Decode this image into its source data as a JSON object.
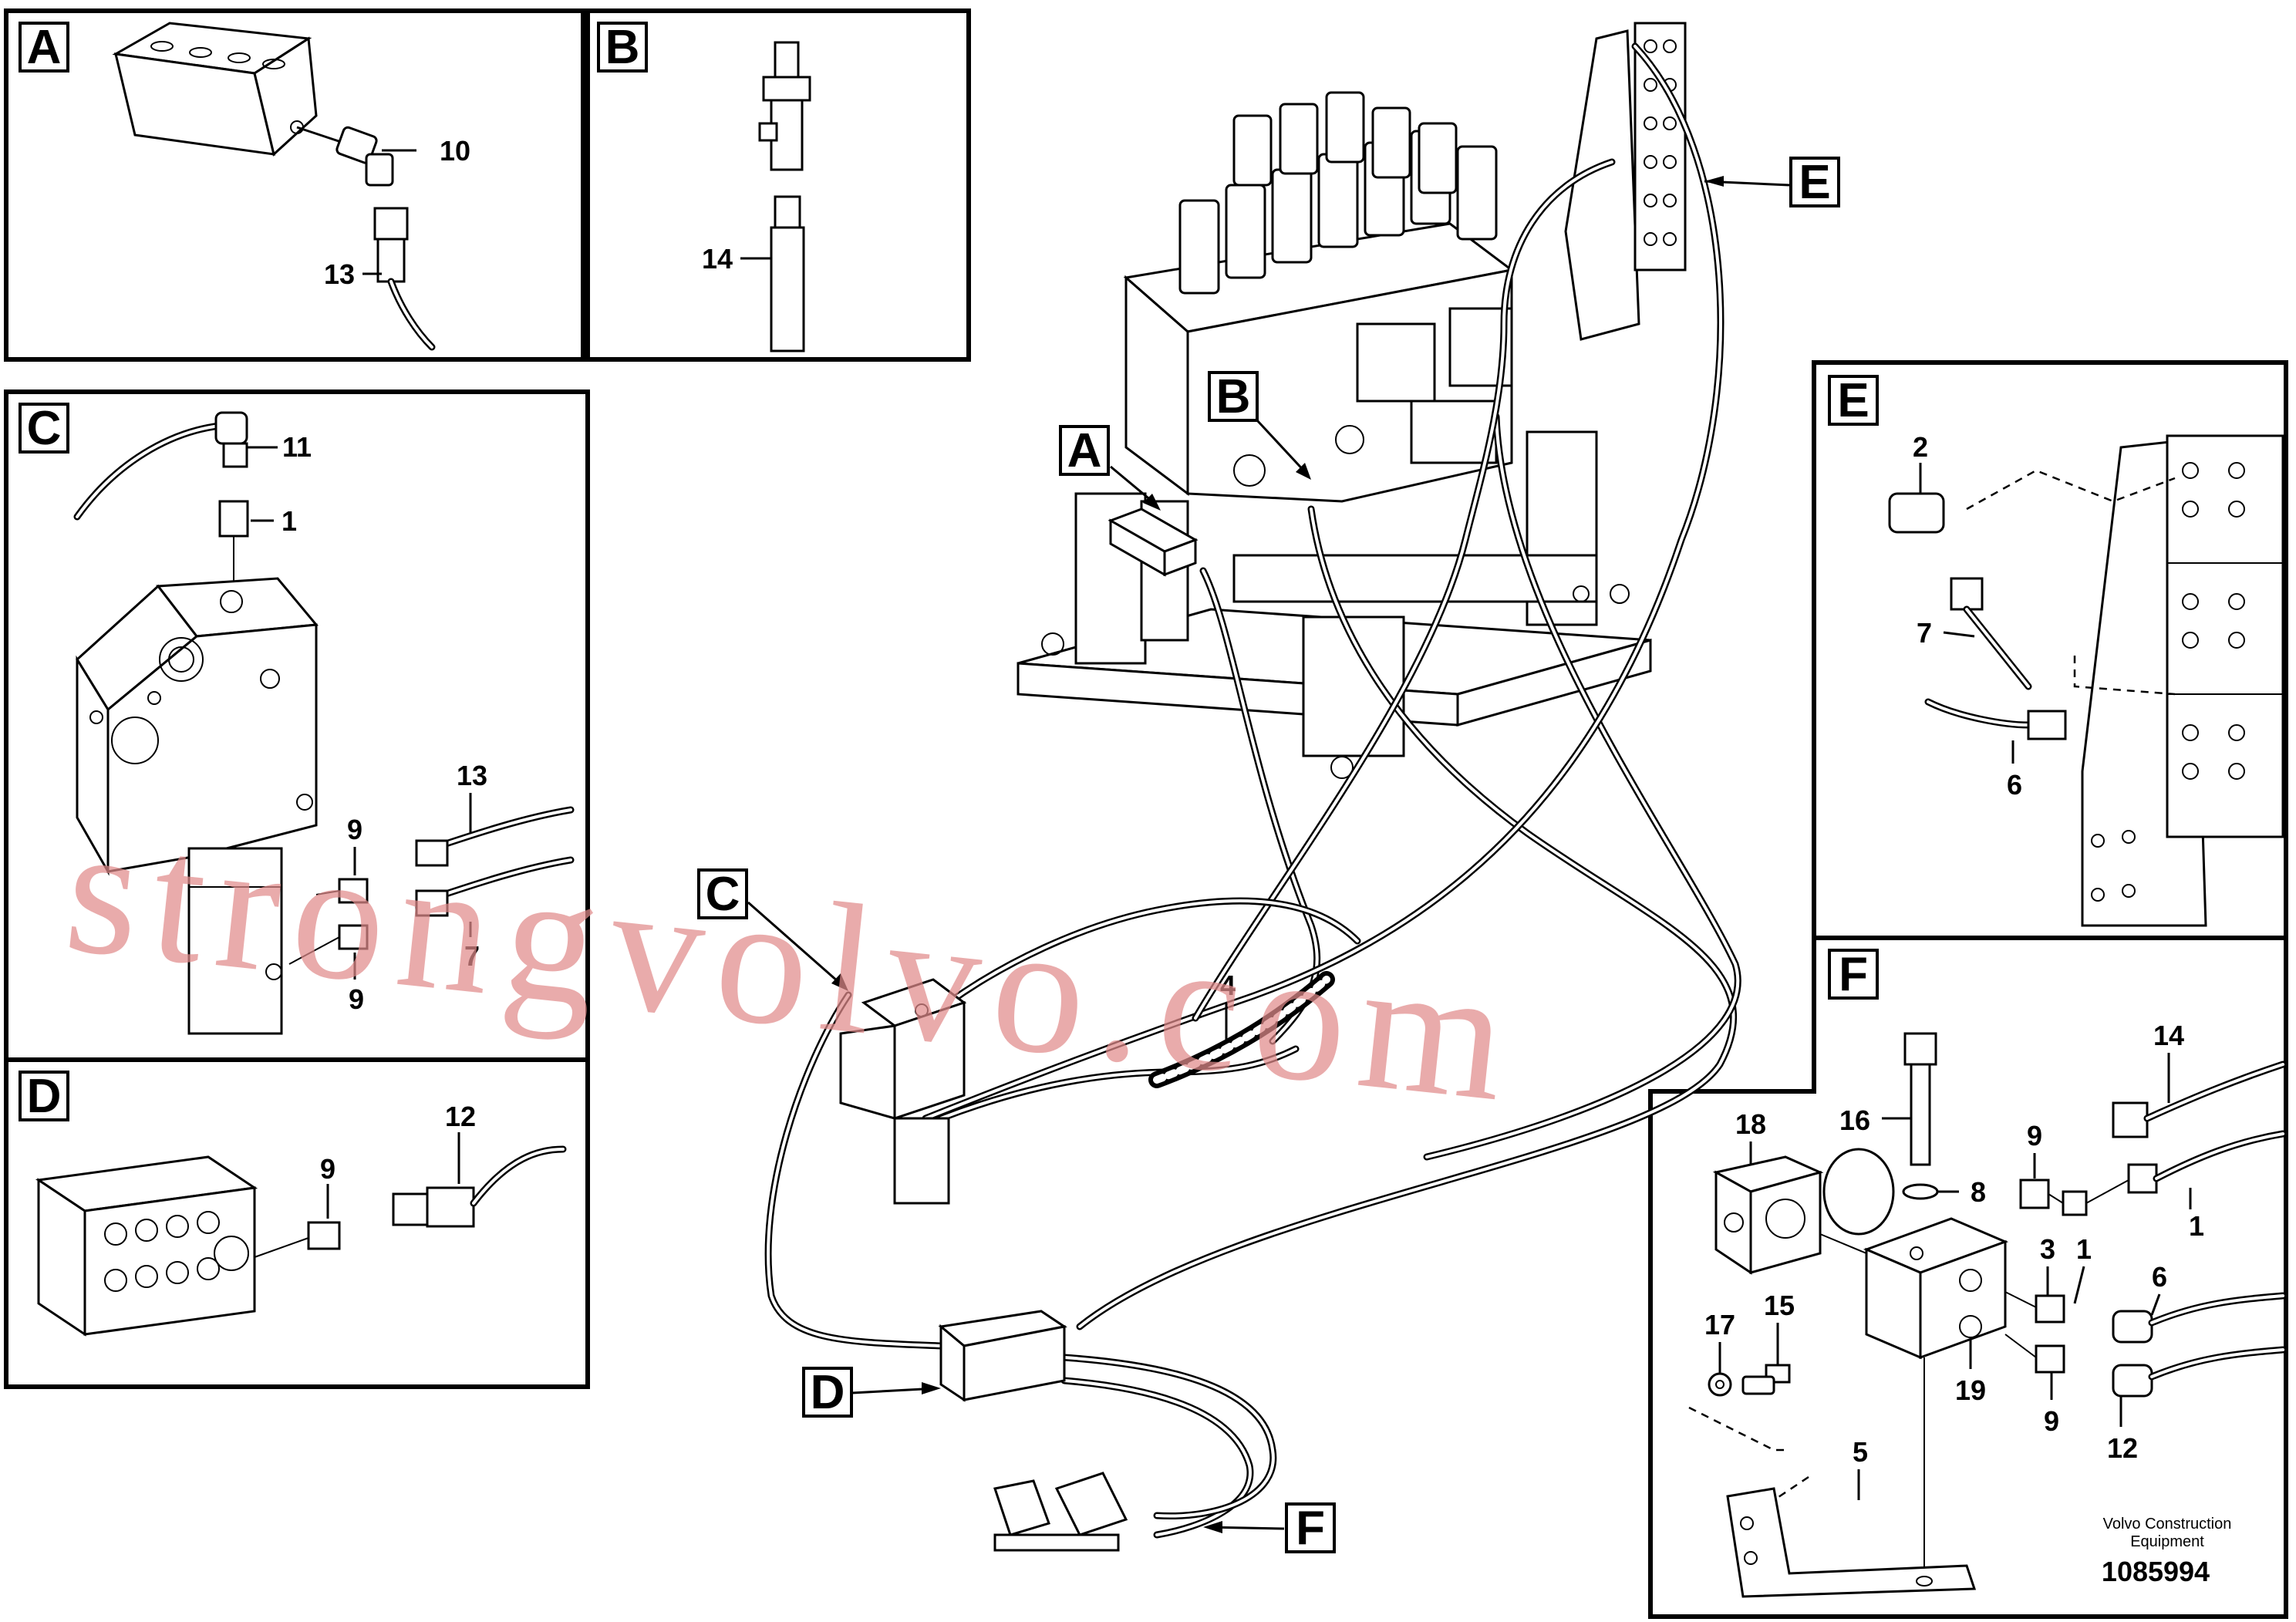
{
  "detail_letters": {
    "A": "A",
    "B": "B",
    "C": "C",
    "D": "D",
    "E": "E",
    "F": "F"
  },
  "callouts": {
    "main": {
      "A": "A",
      "B": "B",
      "C": "C",
      "D": "D",
      "E": "E",
      "F": "F",
      "hose": "4"
    },
    "panel_A": {
      "n10": "10",
      "n13": "13"
    },
    "panel_B": {
      "n14": "14"
    },
    "panel_C": {
      "n11": "11",
      "n1": "1",
      "n13": "13",
      "n9a": "9",
      "n7": "7",
      "n9b": "9"
    },
    "panel_D": {
      "n9": "9",
      "n12": "12"
    },
    "panel_E": {
      "n2": "2",
      "n7": "7",
      "n6": "6"
    },
    "panel_F": {
      "n14": "14",
      "n18": "18",
      "n16": "16",
      "n8": "8",
      "n9a": "9",
      "n1a": "1",
      "n3": "3",
      "n1b": "1",
      "n6": "6",
      "n17": "17",
      "n15": "15",
      "n19": "19",
      "n9b": "9",
      "n12": "12",
      "n5": "5"
    }
  },
  "credit": {
    "line1": "Volvo Construction",
    "line2": "Equipment"
  },
  "part_number": "1085994",
  "watermark": "strongvolvo.com",
  "colors": {
    "ink": "#000000",
    "paper": "#ffffff",
    "watermark": "#e08a8a"
  }
}
